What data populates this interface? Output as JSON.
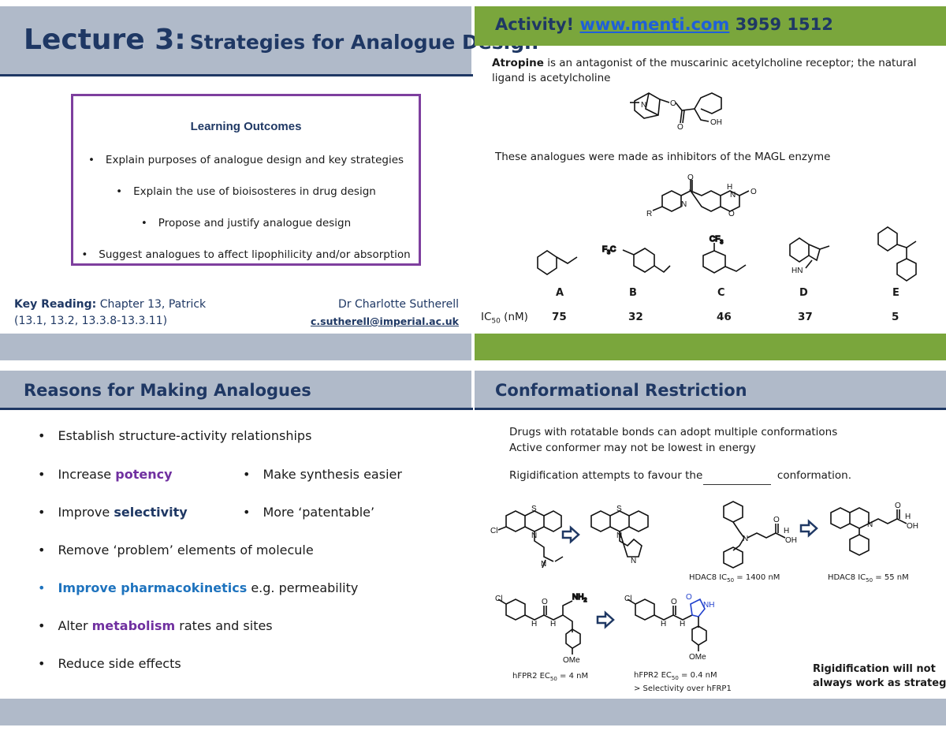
{
  "lecture": {
    "title_big": "Lecture 3:",
    "title_sub": "Strategies for Analogue Design"
  },
  "learning_outcomes": {
    "title": "Learning Outcomes",
    "items": [
      "Explain purposes of analogue design and key strategies",
      "Explain the use of bioisosteres in drug design",
      "Propose and justify analogue design",
      "Suggest analogues to affect lipophilicity and/or absorption"
    ]
  },
  "key_reading": {
    "label": "Key Reading:",
    "text": "Chapter 13, Patrick",
    "sections": "(13.1, 13.2, 13.3.8-13.3.11)"
  },
  "author": {
    "name": "Dr Charlotte Sutherell",
    "email": "c.sutherell@imperial.ac.uk"
  },
  "activity": {
    "label": "Activity!",
    "link": "www.menti.com",
    "code": "3959 1512",
    "atropine_bold": "Atropine",
    "atropine_text": "is an antagonist of the muscarinic acetylcholine receptor; the natural",
    "atropine_text2": "ligand is acetylcholine",
    "analogues_text": "These analogues were made as inhibitors of the MAGL enzyme",
    "ic50_label": "IC",
    "ic50_sub": "50",
    "ic50_unit": "(nM)",
    "compounds": [
      {
        "letter": "A",
        "ic50": "75"
      },
      {
        "letter": "B",
        "ic50": "32"
      },
      {
        "letter": "C",
        "ic50": "46"
      },
      {
        "letter": "D",
        "ic50": "37"
      },
      {
        "letter": "E",
        "ic50": "5"
      }
    ],
    "atom_labels": {
      "n": "N",
      "o": "O",
      "oh": "OH",
      "r": "R",
      "h": "H",
      "hn": "HN",
      "cf3": "CF",
      "cf3_sub": "3",
      "f3c": "F",
      "f3c_sub": "3",
      "f3c_c": "C"
    }
  },
  "reasons": {
    "title": "Reasons for Making Analogues",
    "items": [
      {
        "text": "Establish structure-activity relationships"
      },
      {
        "pre": "Increase",
        "hl": "potency"
      },
      {
        "pre": "Make synthesis easier"
      },
      {
        "pre": "Improve",
        "hl": "selectivity"
      },
      {
        "pre": "More ‘patentable’"
      },
      {
        "text": "Remove ‘problem’ elements of molecule"
      },
      {
        "hl": "Improve pharmacokinetics",
        "post": "e.g. permeability"
      },
      {
        "pre": "Alter",
        "hl": "metabolism",
        "post": "rates and sites"
      },
      {
        "text": "Reduce side effects"
      }
    ]
  },
  "conformational": {
    "title": "Conformational Restriction",
    "line1": "Drugs with rotatable bonds can adopt multiple conformations",
    "line2": "Active conformer may not be lowest in energy",
    "line3_pre": "Rigidification attempts to favour the",
    "line3_post": "conformation.",
    "hdac_left": "HDAC8 IC",
    "hdac_left_sub": "50",
    "hdac_left_val": " = 1400 nM",
    "hdac_right": "HDAC8 IC",
    "hdac_right_sub": "50",
    "hdac_right_val": " = 55 nM",
    "fpr_left": "hFPR2 EC",
    "fpr_left_sub": "50",
    "fpr_left_val": " = 4 nM",
    "fpr_right": "hFPR2 EC",
    "fpr_right_sub": "50",
    "fpr_right_val": " = 0.4 nM",
    "fpr_right_note": "> Selectivity over hFRP1",
    "warning1": "Rigidification will not",
    "warning2": "always work as strategy!",
    "atom_labels": {
      "s": "S",
      "n": "N",
      "cl": "Cl",
      "o": "O",
      "oh": "OH",
      "h": "H",
      "nh2": "NH",
      "nh2_sub": "2",
      "nh": "NH",
      "ome": "OMe"
    }
  },
  "colors": {
    "navy": "#1f3864",
    "grey_band": "#b0bac9",
    "green_band": "#7aa63c",
    "purple": "#7030a0",
    "blue": "#1e73be"
  }
}
